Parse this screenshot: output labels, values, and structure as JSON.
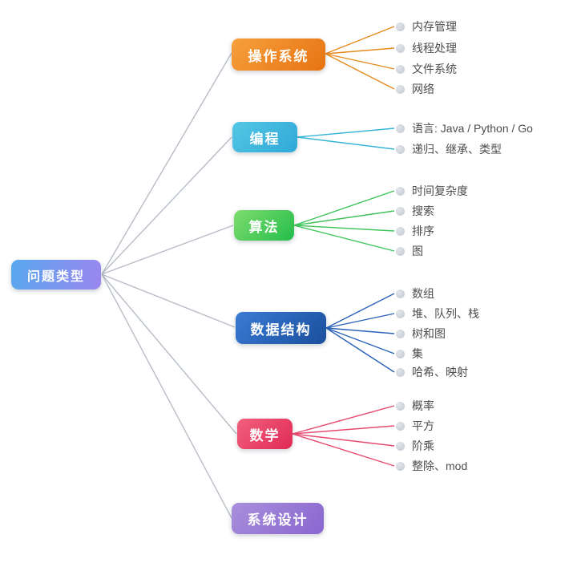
{
  "root": {
    "label": "问题类型",
    "color": "#7a96ee"
  },
  "branches": [
    {
      "name": "operating-systems",
      "label": "操作系统",
      "color": "#e78a1e",
      "children": [
        "内存管理",
        "线程处理",
        "文件系统",
        "网络"
      ]
    },
    {
      "name": "programming",
      "label": "编程",
      "color": "#35b4d8",
      "children": [
        "语言: Java / Python / Go",
        "递归、继承、类型"
      ]
    },
    {
      "name": "algorithms",
      "label": "算法",
      "color": "#3cc45a",
      "children": [
        "时间复杂度",
        "搜索",
        "排序",
        "图"
      ]
    },
    {
      "name": "data-structures",
      "label": "数据结构",
      "color": "#2a62b8",
      "children": [
        "数组",
        "堆、队列、栈",
        "树和图",
        "集",
        "哈希、映射"
      ]
    },
    {
      "name": "math",
      "label": "数学",
      "color": "#e84a6f",
      "children": [
        "概率",
        "平方",
        "阶乘",
        "整除、mod"
      ]
    },
    {
      "name": "system-design",
      "label": "系统设计",
      "color": "#9b7fd4",
      "children": []
    }
  ],
  "link_color_root": "#b7bdc7"
}
